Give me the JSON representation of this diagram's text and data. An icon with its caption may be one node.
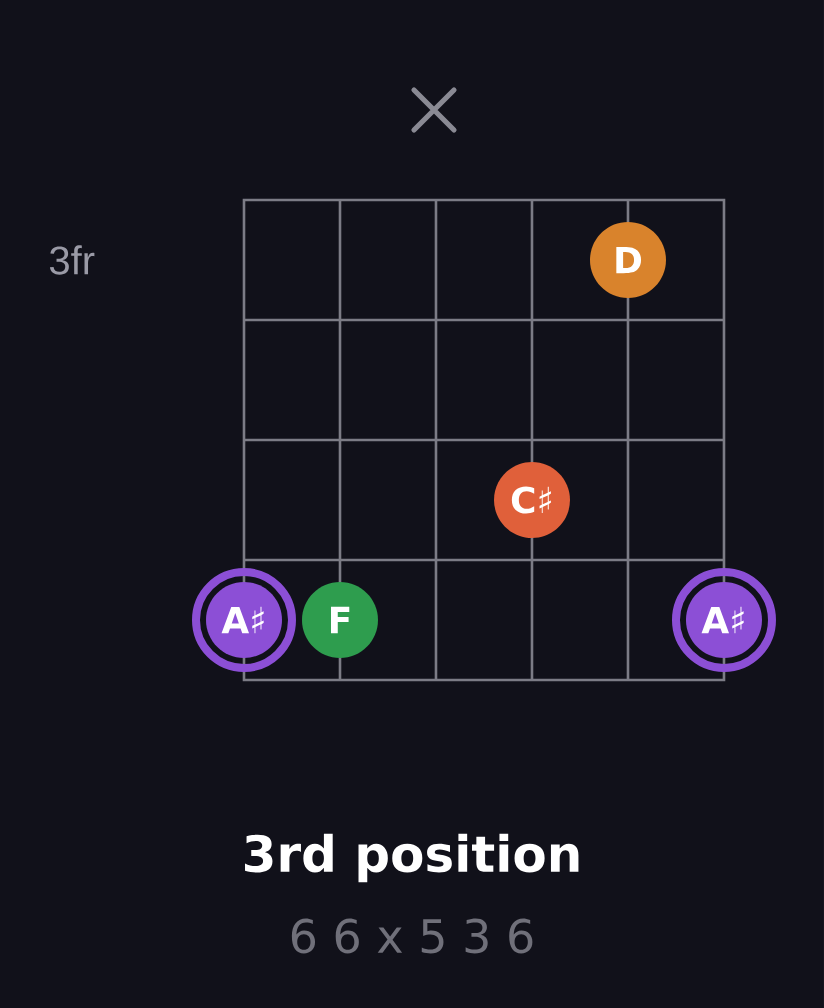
{
  "diagram": {
    "title": "3rd position",
    "nodes": [
      {
        "text": [
          "D"
        ]
      },
      {
        "text": [
          "C♯"
        ]
      },
      {
        "text": [
          "A♯"
        ]
      },
      {
        "text": [
          "F"
        ]
      },
      {
        "text": [
          "A♯"
        ]
      }
    ],
    "labels": [
      "3fr",
      "6 6 x 5 3 6"
    ]
  }
}
